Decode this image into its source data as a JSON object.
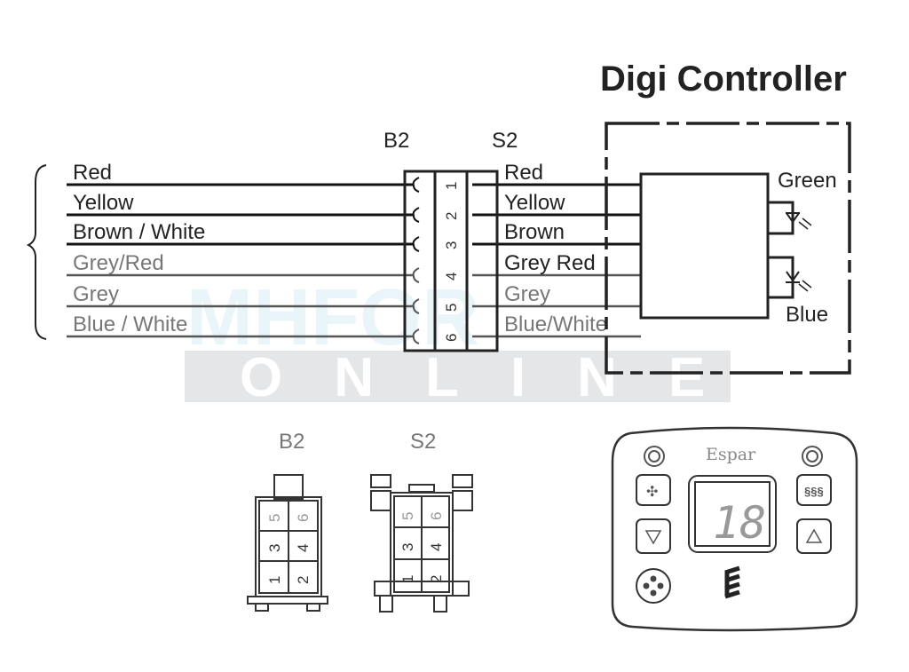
{
  "title": "Digi Controller",
  "b2_label": "B2",
  "s2_label": "S2",
  "left_wires": [
    "Red",
    "Yellow",
    "Brown / White",
    "Grey/Red",
    "Grey",
    "Blue / White"
  ],
  "right_wires": [
    "Red",
    "Yellow",
    "Brown",
    "Grey Red",
    "Grey",
    "Blue/White"
  ],
  "pins": [
    "1",
    "2",
    "3",
    "4",
    "5",
    "6"
  ],
  "led_labels": {
    "green": "Green",
    "blue": "Blue"
  },
  "connectors": {
    "b2_label": "B2",
    "s2_label": "S2",
    "pins": [
      "1",
      "2",
      "3",
      "4",
      "5",
      "6"
    ]
  },
  "panel": {
    "brand": "Espar",
    "display_value": "18"
  },
  "watermark": "ONLINE"
}
